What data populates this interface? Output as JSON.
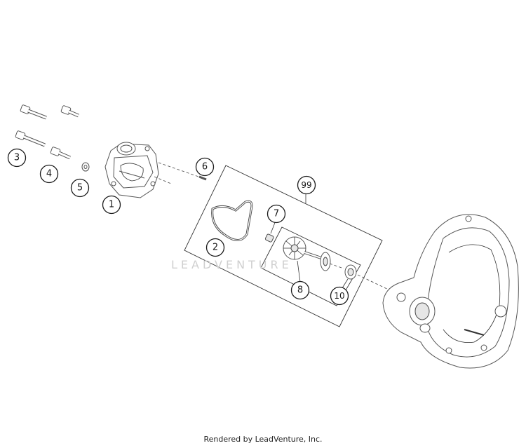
{
  "callouts": [
    "1",
    "2",
    "3",
    "4",
    "5",
    "6",
    "7",
    "8",
    "10",
    "99"
  ],
  "watermark": "LEADVENTURE",
  "footer": "Rendered by LeadVenture, Inc."
}
